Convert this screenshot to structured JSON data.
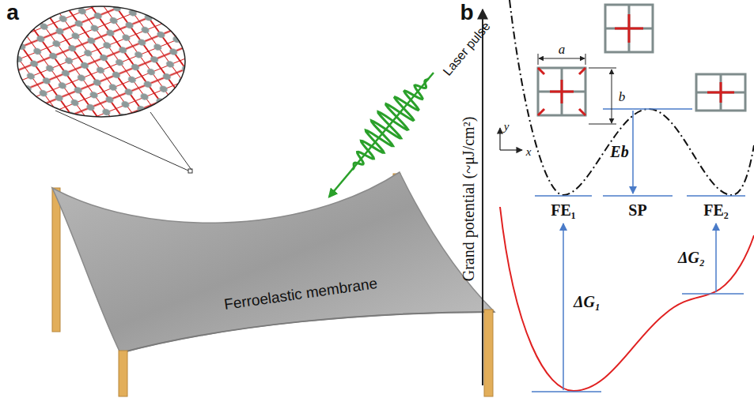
{
  "diagram": {
    "labels": [
      "a",
      "b",
      "Laser pulse",
      "Ferroelastic membrane",
      "Grand potential (~μJ/cm²)",
      "a",
      "b",
      "y",
      "x",
      "FE₁",
      "SP",
      "FE₂",
      "Eb",
      "ΔG₁",
      "ΔG₂"
    ]
  }
}
